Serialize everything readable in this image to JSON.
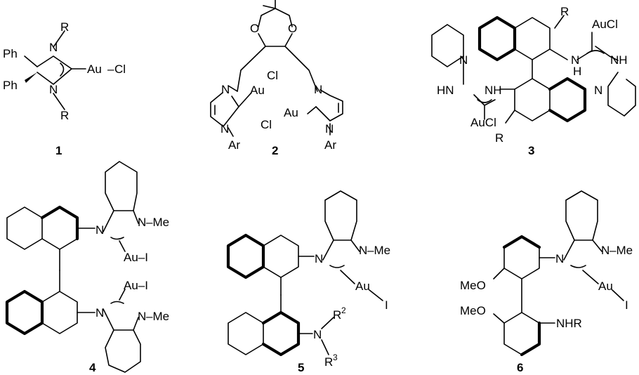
{
  "compounds": [
    {
      "number": "1",
      "labels": {
        "r_top": "R",
        "n_top": "N",
        "r_bot": "R",
        "n_bot": "N",
        "ph_top": "Ph",
        "ph_bot": "Ph",
        "metal": "Au",
        "dash": "–",
        "halide": "Cl"
      }
    },
    {
      "number": "2",
      "labels": {
        "o1": "O",
        "o2": "O",
        "n1": "N",
        "n1b": "N",
        "ar1": "Ar",
        "au1": "Au",
        "cl1": "Cl",
        "n2": "N",
        "n2b": "N",
        "ar2": "Ar",
        "au2": "Au",
        "cl2": "Cl"
      }
    },
    {
      "number": "3",
      "labels": {
        "r_top": "R",
        "aucl_top": "AuCl",
        "nh_a": "N",
        "h_a": "H",
        "nh_b": "NH",
        "n_py_top": "N",
        "r_bot": "R",
        "aucl_bot": "AuCl",
        "hn": "HN",
        "nh_c": "NH",
        "n_py_bot": "N"
      }
    },
    {
      "number": "4",
      "labels": {
        "n_a1": "N",
        "n_me1": "N",
        "me1": "–Me",
        "au1": "Au–I",
        "n_a2": "N",
        "n_me2": "N",
        "me2": "–Me",
        "au2": "Au–I"
      }
    },
    {
      "number": "5",
      "labels": {
        "n_a": "N",
        "n_me": "N",
        "me": "–Me",
        "au": "Au",
        "iodide": "I",
        "n_amine": "N",
        "r2": "R",
        "r2_sup": "2",
        "r3": "R",
        "r3_sup": "3"
      }
    },
    {
      "number": "6",
      "labels": {
        "n_a": "N",
        "n_me": "N",
        "me": "–Me",
        "au": "Au",
        "iodide": "I",
        "ome1": "MeO",
        "ome2": "MeO",
        "nhr": "NHR"
      }
    }
  ],
  "colors": {
    "ink": "#000000",
    "background": "#ffffff"
  }
}
